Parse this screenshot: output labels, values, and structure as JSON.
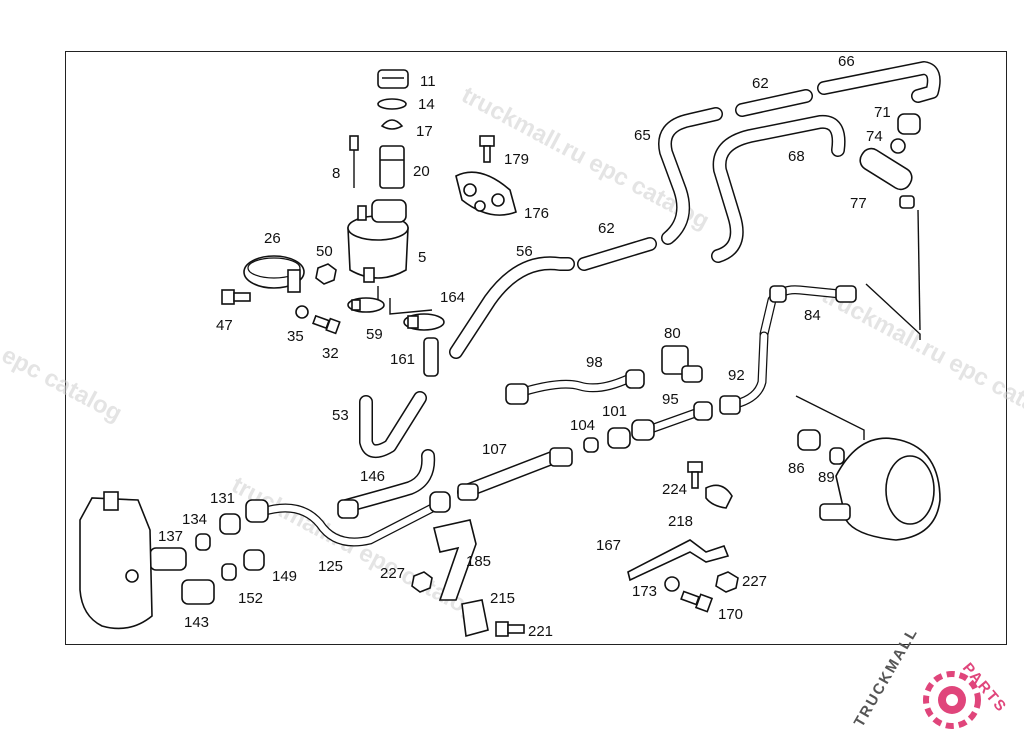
{
  "watermarks": {
    "text_1": "truckmall.ru epc catalog",
    "text_2": "epc catalog",
    "text_3": "truckmall.ru epc catalog",
    "text_4": "truckmall.ru epc catalog"
  },
  "logo": {
    "text_dark": "TRUCKMALL",
    "text_accent": "PARTS",
    "accent_color": "#e0457b",
    "dark_color": "#555555"
  },
  "labels": {
    "l11": "11",
    "l14": "14",
    "l17": "17",
    "l20": "20",
    "l8": "8",
    "l5": "5",
    "l26": "26",
    "l50": "50",
    "l47": "47",
    "l35": "35",
    "l32": "32",
    "l59": "59",
    "l164": "164",
    "l161": "161",
    "l53": "53",
    "l179": "179",
    "l176": "176",
    "l56": "56",
    "l62a": "62",
    "l62b": "62",
    "l65": "65",
    "l66": "66",
    "l68": "68",
    "l71": "71",
    "l74": "74",
    "l77": "77",
    "l84": "84",
    "l80": "80",
    "l98": "98",
    "l92": "92",
    "l95": "95",
    "l101": "101",
    "l104": "104",
    "l107": "107",
    "l86": "86",
    "l89": "89",
    "l146": "146",
    "l131": "131",
    "l134": "134",
    "l137": "137",
    "l125": "125",
    "l149": "149",
    "l152": "152",
    "l143": "143",
    "l185": "185",
    "l227a": "227",
    "l215": "215",
    "l221": "221",
    "l224": "224",
    "l218": "218",
    "l167": "167",
    "l173": "173",
    "l227b": "227",
    "l170": "170"
  }
}
